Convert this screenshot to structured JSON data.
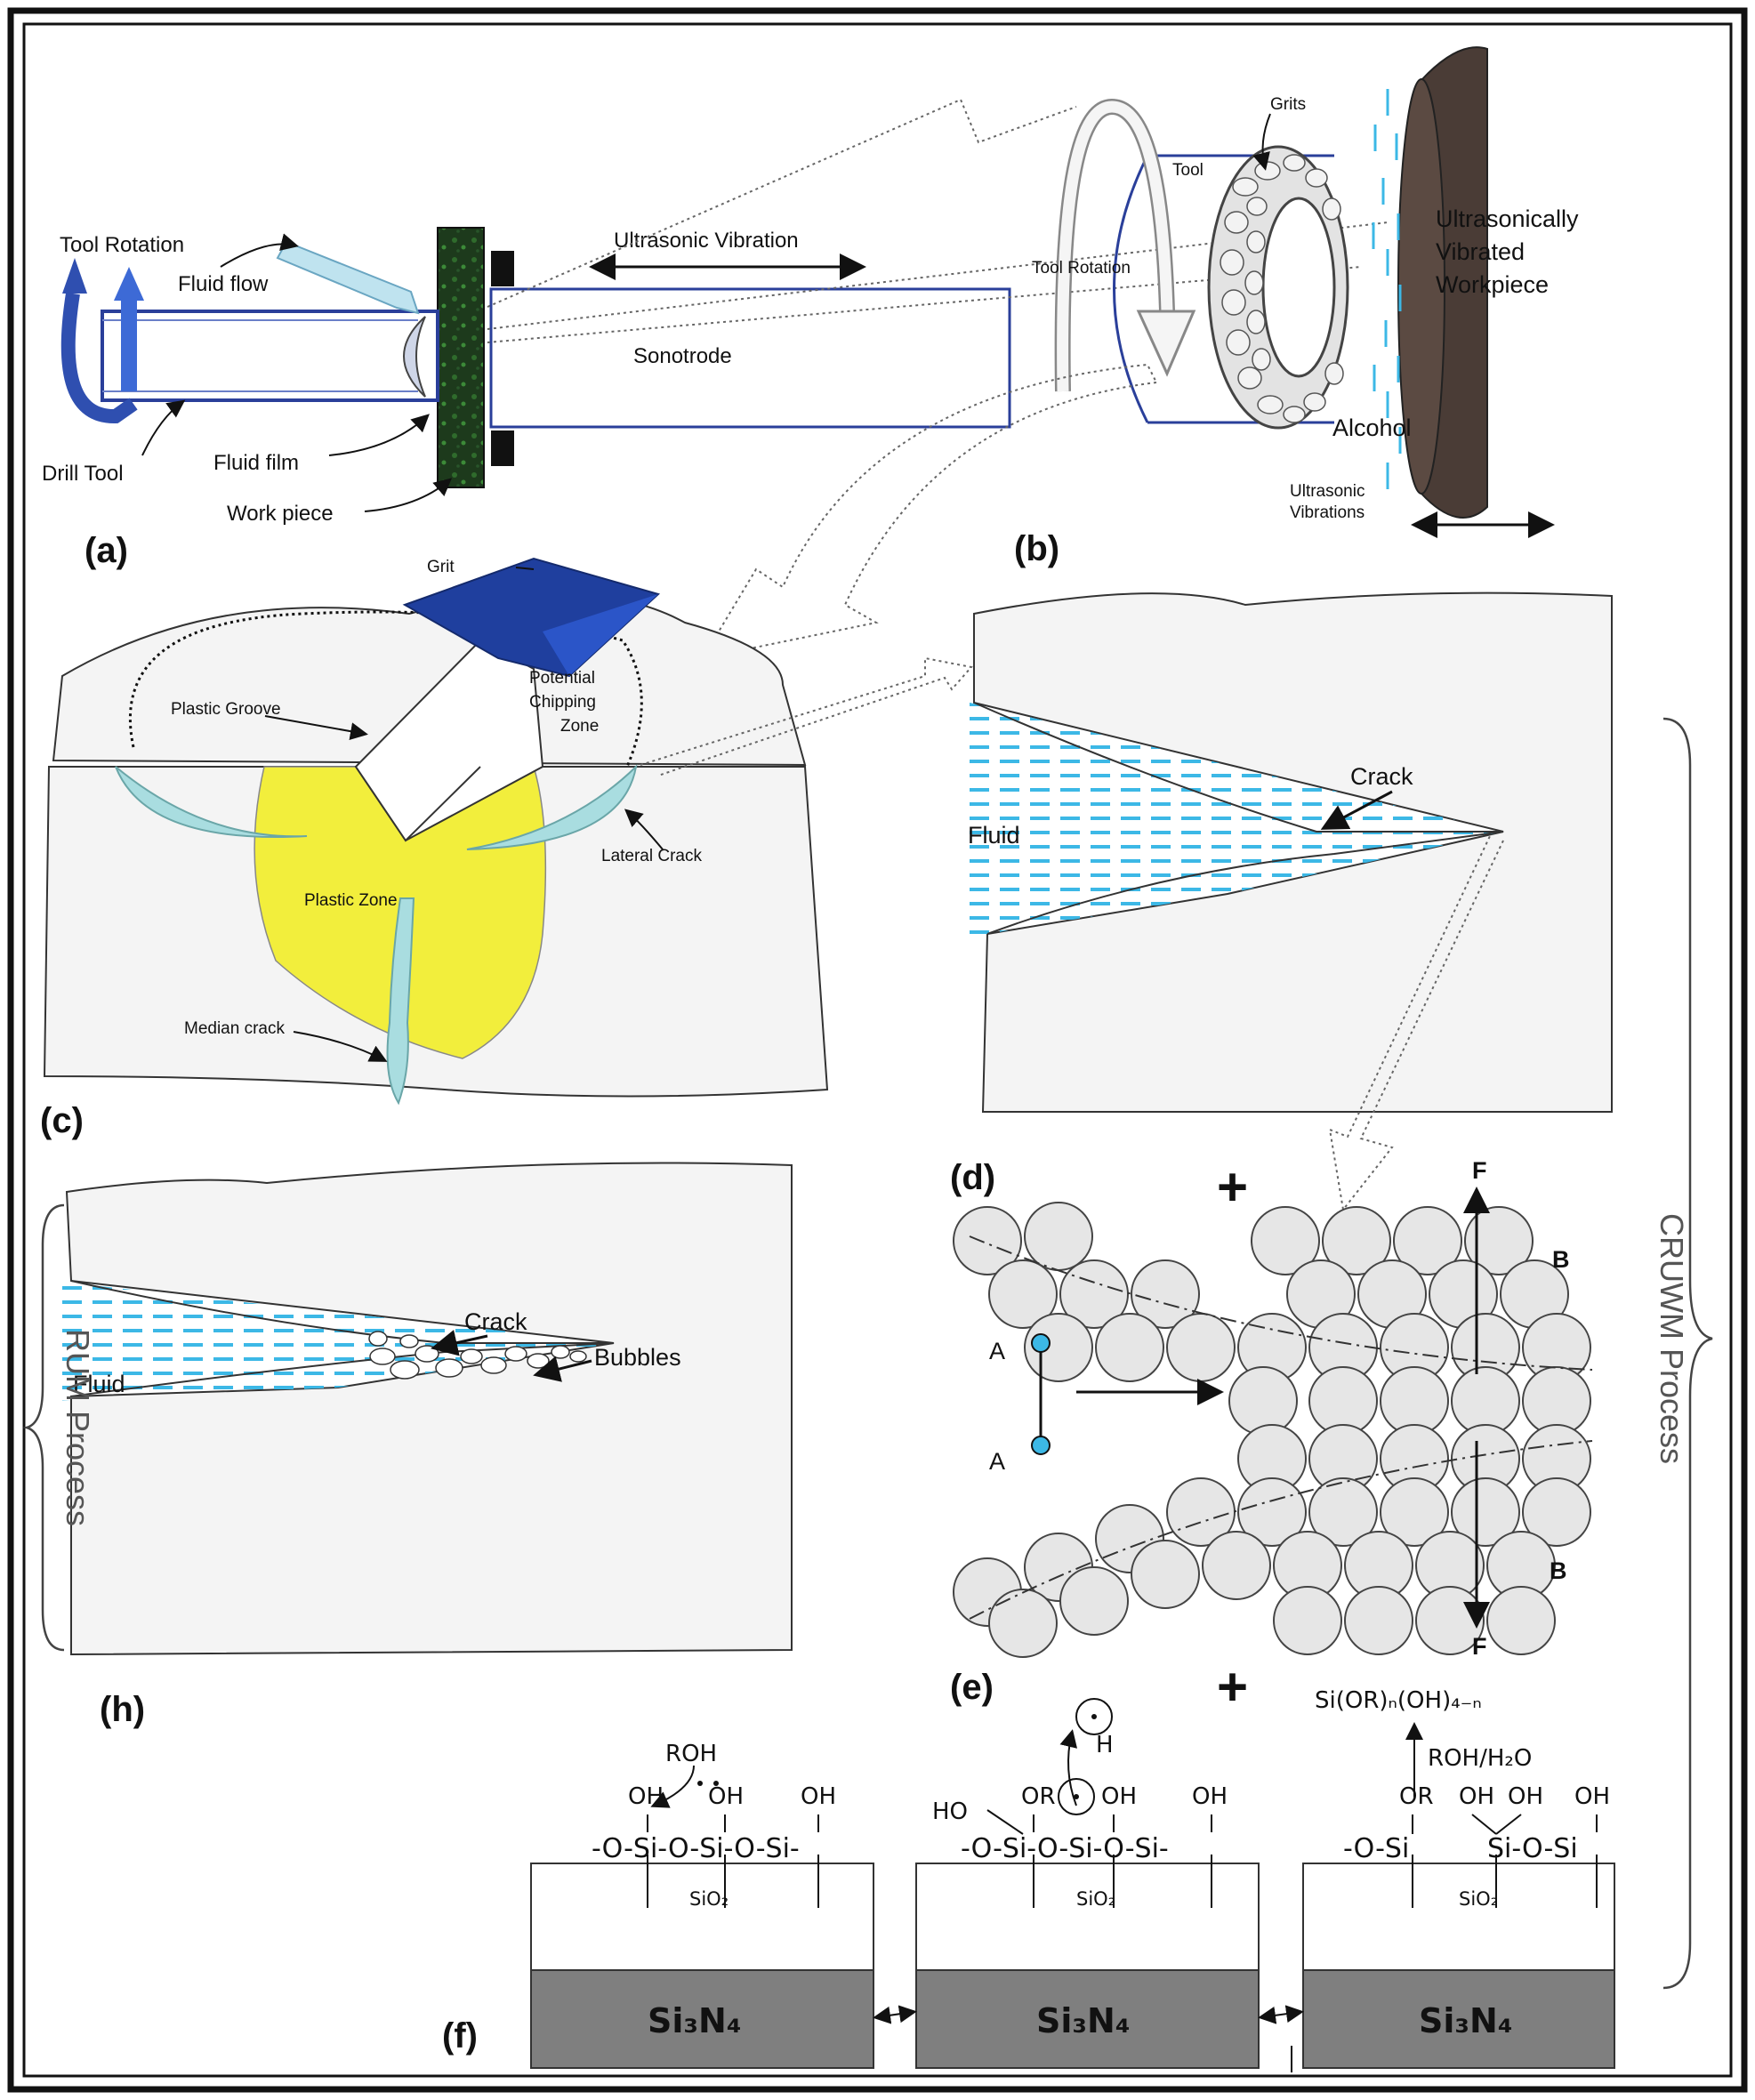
{
  "figure": {
    "panels": {
      "a": "(a)",
      "b": "(b)",
      "c": "(c)",
      "d": "(d)",
      "e": "(e)",
      "f": "(f)",
      "h": "(h)"
    },
    "a": {
      "tool_rotation": "Tool Rotation",
      "fluid_flow": "Fluid flow",
      "ultrasonic_vibration": "Ultrasonic Vibration",
      "sonotrode": "Sonotrode",
      "drill_tool": "Drill Tool",
      "fluid_film": "Fluid film",
      "work_piece": "Work piece"
    },
    "b": {
      "grits": "Grits",
      "tool": "Tool",
      "tool_rotation": "Tool Rotation",
      "workpiece_line1": "Ultrasonically",
      "workpiece_line2": "Vibrated",
      "workpiece_line3": "Workpiece",
      "alcohol": "Alcohol",
      "vibrations_line1": "Ultrasonic",
      "vibrations_line2": "Vibrations"
    },
    "c": {
      "grit": "Grit",
      "potential_line1": "Potential",
      "potential_line2": "Chipping",
      "potential_line3": "Zone",
      "plastic_groove": "Plastic Groove",
      "lateral_crack": "Lateral Crack",
      "plastic_zone": "Plastic Zone",
      "median_crack": "Median crack"
    },
    "d": {
      "crack": "Crack",
      "fluid": "Fluid"
    },
    "e": {
      "F_top": "F",
      "F_bottom": "F",
      "B_top": "B",
      "B_bottom": "B",
      "A_top": "A",
      "A_bottom": "A"
    },
    "h": {
      "crack": "Crack",
      "bubbles": "Bubbles",
      "fluid": "Fluid"
    },
    "plus_signs": [
      "+",
      "+"
    ],
    "process_labels": {
      "cruwm": "CRUWM Process",
      "rum": "RUM Process"
    },
    "f": {
      "product": "Si(OR)ₙ(OH)₄₋ₙ",
      "roh_h2o": "ROH/H₂O",
      "roh": "ROH",
      "oh": "OH",
      "ho": "HO",
      "or": "OR",
      "h": "H",
      "chain": "-O-Si-O-Si-O-Si-",
      "chain_partial_left": "-O-Si",
      "chain_partial_right": "Si-O-Si",
      "sio2": "SiO₂",
      "si3n4": "Si₃N₄"
    },
    "colors": {
      "tool_blue": "#2f4fb0",
      "fluid_cyan": "#3cb8e6",
      "plastic_yellow": "#f2ee3c",
      "grit_blue": "#1f3f9e",
      "crack_teal": "#a9dde0",
      "workpiece_brown": "#4a3c36",
      "green_workpiece": "#1d3a1c",
      "si3n4_gray": "#7f7f7f"
    }
  }
}
